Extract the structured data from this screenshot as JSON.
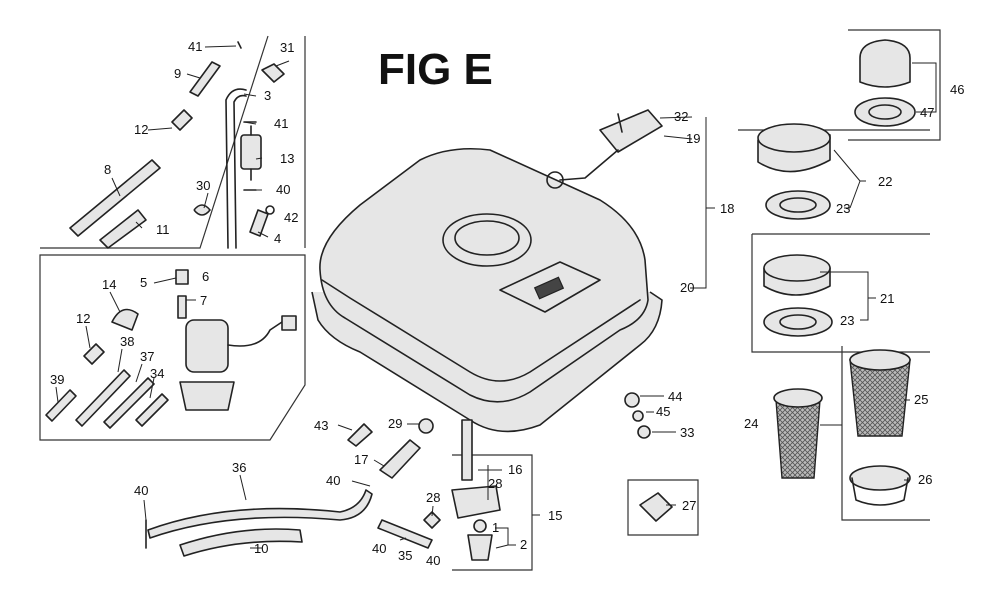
{
  "title": "FIG E",
  "callouts": {
    "p1": "1",
    "p2": "2",
    "p3": "3",
    "p4": "4",
    "p5": "5",
    "p6": "6",
    "p7": "7",
    "p8": "8",
    "p9": "9",
    "p10": "10",
    "p11": "11",
    "p12a": "12",
    "p12b": "12",
    "p13": "13",
    "p14": "14",
    "p15": "15",
    "p16": "16",
    "p17": "17",
    "p18": "18",
    "p19": "19",
    "p20": "20",
    "p21": "21",
    "p22": "22",
    "p23a": "23",
    "p23b": "23",
    "p24": "24",
    "p25": "25",
    "p26": "26",
    "p27": "27",
    "p28a": "28",
    "p28b": "28",
    "p29": "29",
    "p30": "30",
    "p31": "31",
    "p32": "32",
    "p33": "33",
    "p34": "34",
    "p35": "35",
    "p36": "36",
    "p37": "37",
    "p38": "38",
    "p39": "39",
    "p40a": "40",
    "p40b": "40",
    "p40c": "40",
    "p40d": "40",
    "p40e": "40",
    "p41a": "41",
    "p41b": "41",
    "p42": "42",
    "p43": "43",
    "p44": "44",
    "p45": "45",
    "p46": "46",
    "p47": "47"
  }
}
